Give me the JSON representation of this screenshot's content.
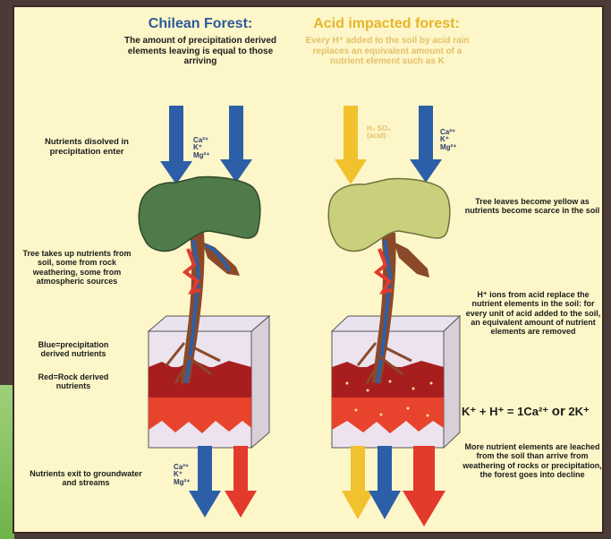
{
  "left": {
    "title": "Chilean Forest:",
    "description": "The amount of precipitation derived elements leaving is equal to those arriving",
    "label_precipitation": "Nutrients disolved in precipitation enter",
    "label_uptake": "Tree takes up nutrients from soil, some from rock weathering, some from atmospheric sources",
    "label_blue": "Blue=precipitation derived nutrients",
    "label_red": "Red=Rock derived nutrients",
    "label_outflow": "Nutrients exit to groundwater and streams",
    "chem_top": [
      "Ca²⁺",
      "K⁺",
      "Mg²⁺"
    ],
    "chem_bottom": [
      "Ca²⁺",
      "K⁺",
      "Mg²⁺"
    ]
  },
  "right": {
    "title": "Acid impacted forest:",
    "description": "Every H⁺ added to the soil by acid rain replaces an equivalent amount of a nutrient element such as K",
    "acid_label": [
      "H₂ SO₄",
      "(acid)"
    ],
    "chem_top": [
      "Ca²⁺",
      "K⁺",
      "Mg²⁺"
    ],
    "label_leaves": "Tree leaves become yellow as nutrients become scarce in the soil",
    "label_ions": "H⁺ ions from acid replace the nutrient elements in the soil: for every unit of acid added to the soil, an equivalent amount of nutrient elements are removed",
    "equation_lhs": "K⁺ + H⁺ = 1Ca²⁺",
    "equation_or": "or",
    "equation_rhs": "2K⁺",
    "label_outflow": "More nutrient elements are leached from the soil than arrive from weathering of rocks or precipitation, the forest goes into decline"
  },
  "colors": {
    "blue_arrow": "#2d5fa8",
    "red_arrow": "#e33a2c",
    "yellow_arrow": "#f2c12e",
    "healthy_canopy": "#4f7a4a",
    "yellow_canopy": "#c9cf7a",
    "trunk": "#8a4a2a",
    "soil_dark": "#a81e1e",
    "soil_light": "#e8432c",
    "soil_pale": "#e6d9e6"
  }
}
